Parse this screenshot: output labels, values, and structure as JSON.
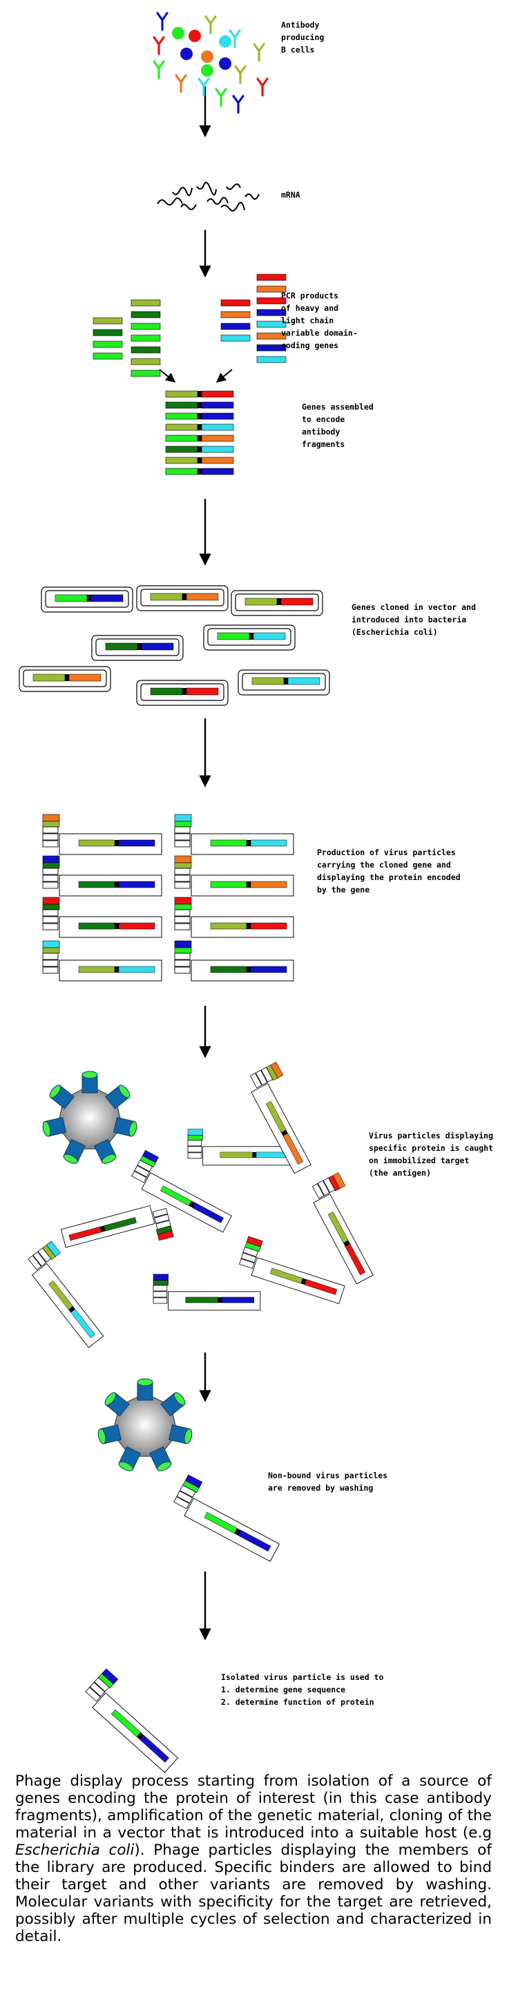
{
  "colors": {
    "lime": "#22ee22",
    "dark_green": "#117711",
    "olive": "#99bb33",
    "red": "#ee1111",
    "blue": "#1111cc",
    "orange": "#ee7722",
    "cyan": "#33ddee",
    "phage_head": "#1166aa",
    "target_cap": "#44ee44"
  },
  "steps": [
    {
      "id": "b-cells",
      "lines": [
        "Antibody",
        "producing",
        "B cells"
      ]
    },
    {
      "id": "mrna",
      "lines": [
        "mRNA"
      ]
    },
    {
      "id": "pcr",
      "lines": [
        "PCR products",
        "of heavy and",
        "light chain",
        "variable domain-",
        "coding genes"
      ]
    },
    {
      "id": "assembly",
      "lines": [
        "Genes assembled",
        "to encode",
        "antibody",
        "fragments"
      ]
    },
    {
      "id": "cloning",
      "lines": [
        "Genes cloned in vector and",
        "introduced into bacteria",
        "(Escherichia coli)"
      ]
    },
    {
      "id": "production",
      "lines": [
        "Production of virus particles",
        "carrying the cloned gene and",
        "displaying the protein encoded",
        "by the gene"
      ]
    },
    {
      "id": "binding",
      "lines": [
        "Virus particles displaying",
        "specific protein is caught",
        "on immobilized target",
        "(the antigen)"
      ]
    },
    {
      "id": "washing",
      "lines": [
        "Non-bound virus particles",
        "are removed by washing"
      ]
    },
    {
      "id": "isolation",
      "lines": [
        "Isolated virus particle is used to",
        "1. determine gene sequence",
        "2. determine function of protein"
      ]
    }
  ],
  "caption": {
    "before_italic": "Phage display process starting from isolation of a source of genes encoding the protein of interest (in this case antibody fragments), amplification of the genetic material, cloning of the material in a vector that is introduced into a suitable host (e.g ",
    "italic": "Escherichia coli",
    "after_italic": "). Phage particles displaying the members of the library are produced. Specific binders are allowed to bind their target and other variants are removed by washing. Molecular variants with specificity for the target are retrieved, possibly after multiple cycles of selection and characterized in detail."
  }
}
